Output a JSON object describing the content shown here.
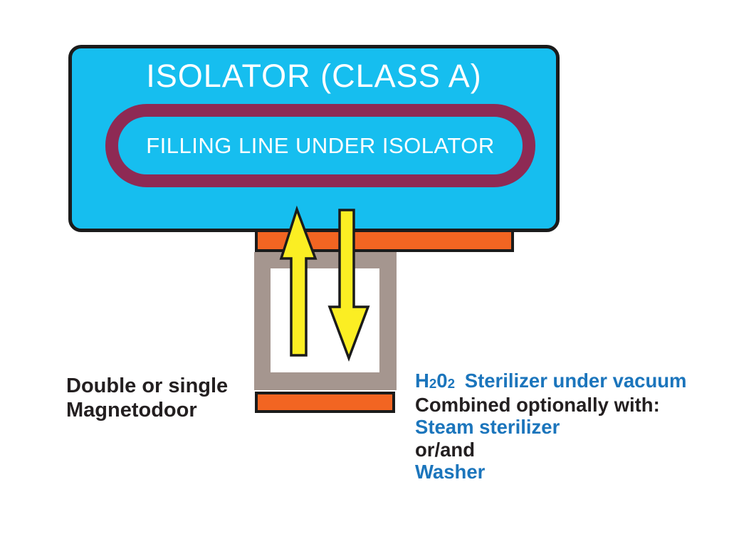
{
  "colors": {
    "cyan": "#16BEEF",
    "maroon": "#8E2A54",
    "orange": "#F26522",
    "yellow": "#FBEE23",
    "taupe": "#A5968F",
    "blue_text": "#1B75BC",
    "black_text": "#231F20",
    "outline": "#1B1B1B",
    "white": "#FFFFFF"
  },
  "isolator": {
    "title": "ISOLATOR (CLASS A)",
    "filling_line": "FILLING LINE UNDER ISOLATOR"
  },
  "magnetodoor_label": {
    "line1": "Double or single",
    "line2": "Magnetodoor"
  },
  "sterilizer_notes": {
    "formula_h": "H",
    "formula_sub1": "2",
    "formula_o": "0",
    "formula_sub2": "2",
    "line1_rest": "Sterilizer under vacuum",
    "line2": "Combined optionally with:",
    "line3": "Steam sterilizer",
    "line4": "or/and",
    "line5": "Washer"
  }
}
